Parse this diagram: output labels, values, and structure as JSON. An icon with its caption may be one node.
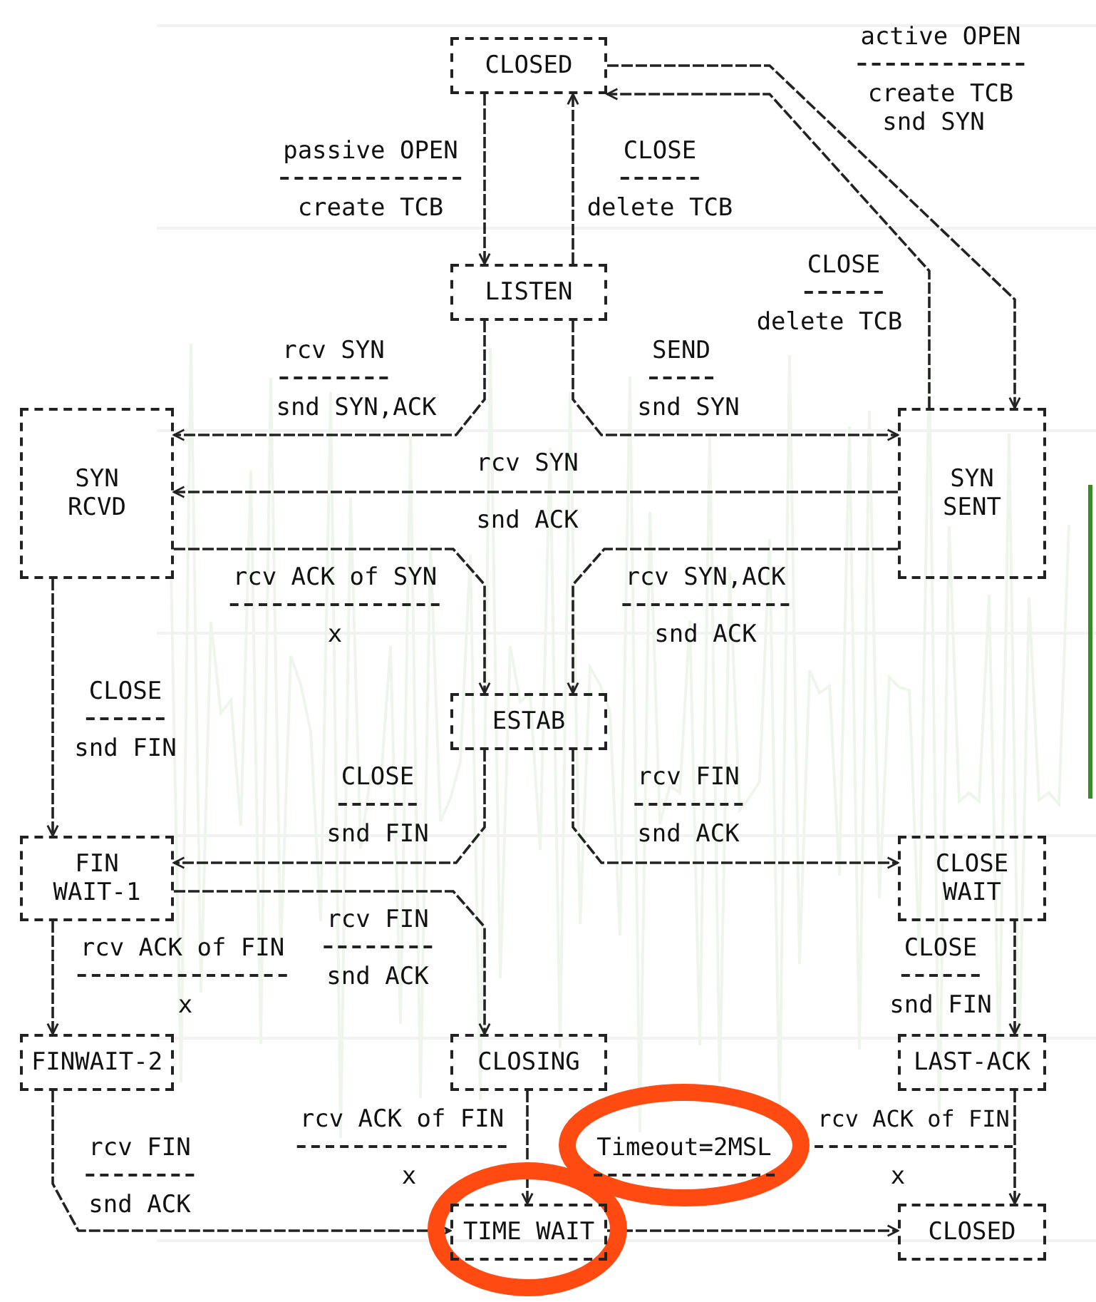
{
  "diagram": {
    "nodes": [
      {
        "text": [
          "CLOSED"
        ]
      },
      {
        "text": [
          "LISTEN"
        ]
      },
      {
        "text": [
          "SYN RCVD"
        ]
      },
      {
        "text": [
          "SYN SENT"
        ]
      },
      {
        "text": [
          "ESTAB"
        ]
      },
      {
        "text": [
          "FIN WAIT-1"
        ]
      },
      {
        "text": [
          "CLOSE WAIT"
        ]
      },
      {
        "text": [
          "FINWAIT-2"
        ]
      },
      {
        "text": [
          "CLOSING"
        ]
      },
      {
        "text": [
          "LAST-ACK"
        ]
      },
      {
        "text": [
          "TIME WAIT"
        ]
      },
      {
        "text": [
          "CLOSED"
        ]
      }
    ],
    "edges": [
      {
        "from": 0,
        "to": 1,
        "arrow": "to"
      },
      {
        "from": 1,
        "to": 0,
        "arrow": "to"
      },
      {
        "from": 0,
        "to": 3,
        "arrow": "to"
      },
      {
        "from": 3,
        "to": 0,
        "arrow": "to"
      },
      {
        "from": 1,
        "to": 2,
        "arrow": "to"
      },
      {
        "from": 1,
        "to": 3,
        "arrow": "to"
      },
      {
        "from": 3,
        "to": 2,
        "arrow": "to"
      },
      {
        "from": 2,
        "to": 4,
        "arrow": "to"
      },
      {
        "from": 3,
        "to": 4,
        "arrow": "to"
      },
      {
        "from": 2,
        "to": 5,
        "arrow": "to"
      },
      {
        "from": 4,
        "to": 5,
        "arrow": "to"
      },
      {
        "from": 4,
        "to": 6,
        "arrow": "to"
      },
      {
        "from": 5,
        "to": 8,
        "arrow": "to"
      },
      {
        "from": 5,
        "to": 7,
        "arrow": "to"
      },
      {
        "from": 6,
        "to": 9,
        "arrow": "to"
      },
      {
        "from": 7,
        "to": 10,
        "arrow": "to"
      },
      {
        "from": 8,
        "to": 10,
        "arrow": "to"
      },
      {
        "from": 10,
        "to": 11,
        "arrow": "to"
      },
      {
        "from": 9,
        "to": 11,
        "arrow": "to"
      }
    ],
    "labels": [
      "active OPEN",
      "create TCB",
      "snd SYN",
      "passive OPEN",
      "create TCB",
      "CLOSE",
      "delete TCB",
      "CLOSE",
      "delete TCB",
      "rcv SYN",
      "snd SYN,ACK",
      "SEND",
      "snd SYN",
      "rcv SYN",
      "snd ACK",
      "rcv ACK of SYN",
      "x",
      "rcv SYN,ACK",
      "snd ACK",
      "CLOSE",
      "snd FIN",
      "CLOSE",
      "snd FIN",
      "rcv FIN",
      "snd ACK",
      "rcv FIN",
      "snd ACK",
      "rcv ACK of FIN",
      "x",
      "CLOSE",
      "snd FIN",
      "rcv ACK of FIN",
      "x",
      "Timeout=2MSL",
      "rcv ACK of FIN",
      "x",
      "rcv FIN",
      "snd ACK"
    ]
  }
}
